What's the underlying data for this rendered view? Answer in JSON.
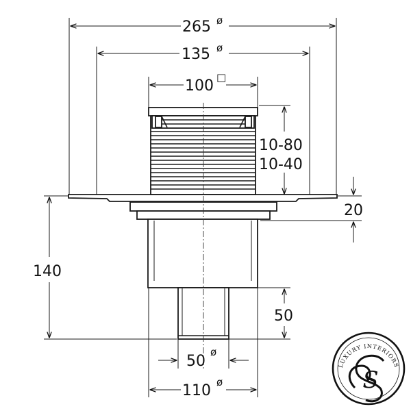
{
  "drawing": {
    "dimensions": {
      "outer_flange": "265",
      "inner_flange": "135",
      "grate": "100",
      "height_range_a": "10-80",
      "height_range_b": "10-40",
      "flange_thickness": "20",
      "total_height": "140",
      "outlet_height": "50",
      "outlet_diameter": "50",
      "body_diameter": "110"
    },
    "symbols": {
      "diameter": "ø",
      "square": "□"
    }
  },
  "logo": {
    "text": "LUXURY INTERIORS",
    "monogram": "S"
  }
}
